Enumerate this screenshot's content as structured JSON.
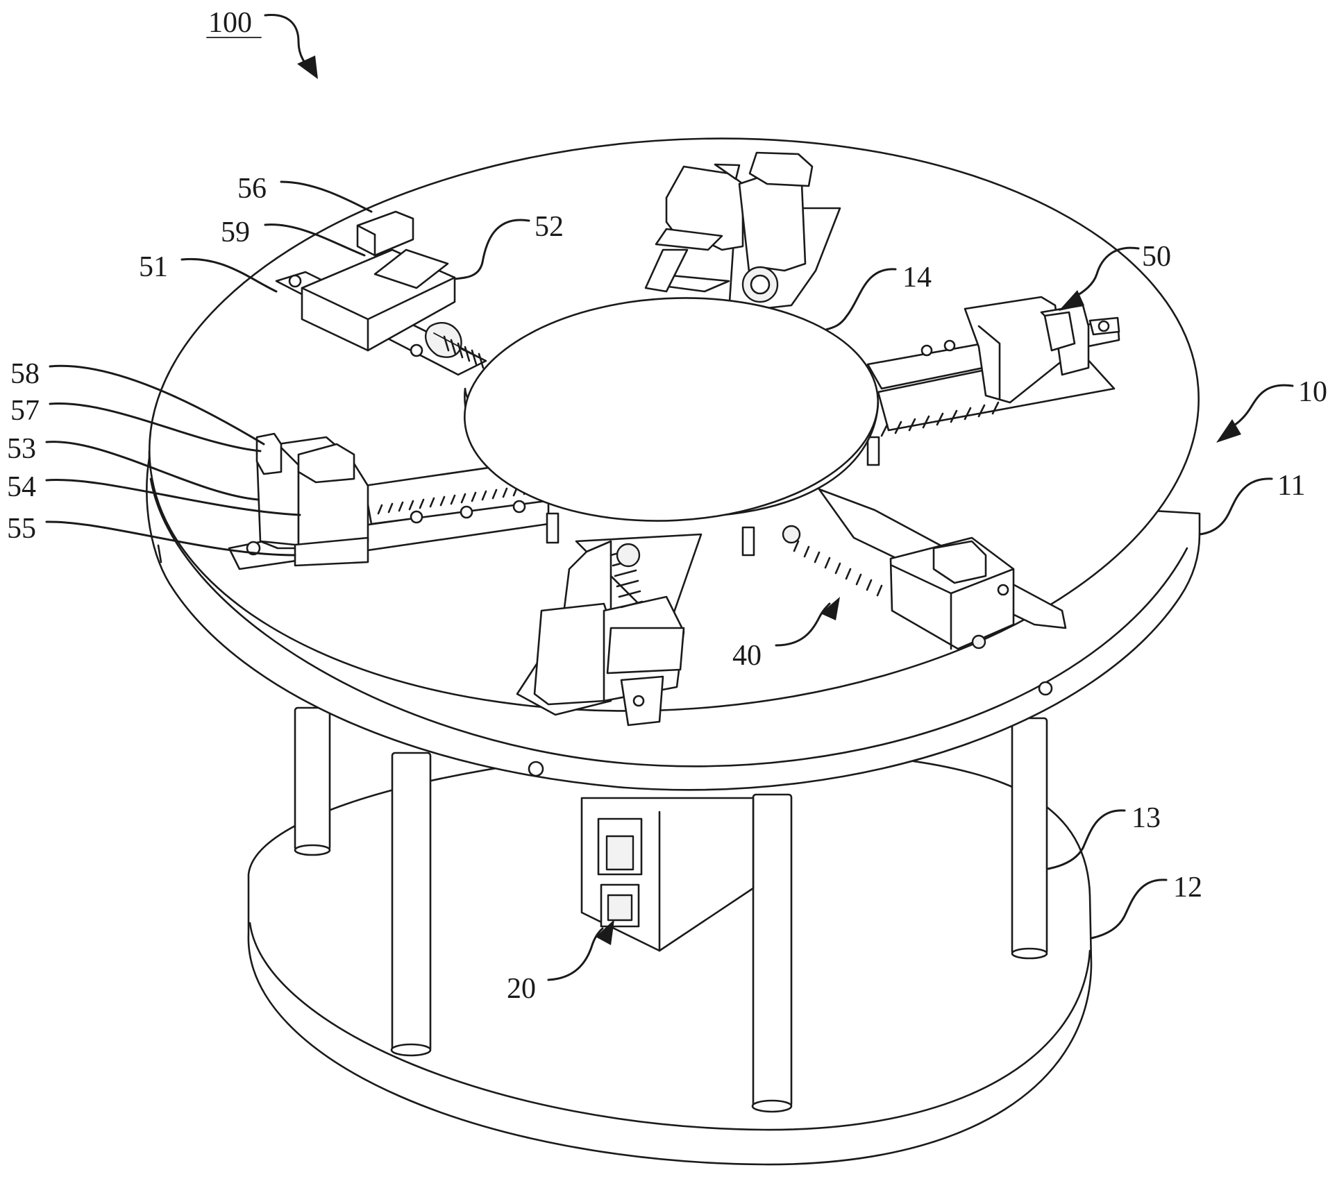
{
  "figure": {
    "reference_number": "100",
    "labels": {
      "l10": "10",
      "l11": "11",
      "l12": "12",
      "l13": "13",
      "l14": "14",
      "l20": "20",
      "l40": "40",
      "l50": "50",
      "l51": "51",
      "l52": "52",
      "l53": "53",
      "l54": "54",
      "l55": "55",
      "l56": "56",
      "l57": "57",
      "l58": "58",
      "l59": "59"
    }
  }
}
